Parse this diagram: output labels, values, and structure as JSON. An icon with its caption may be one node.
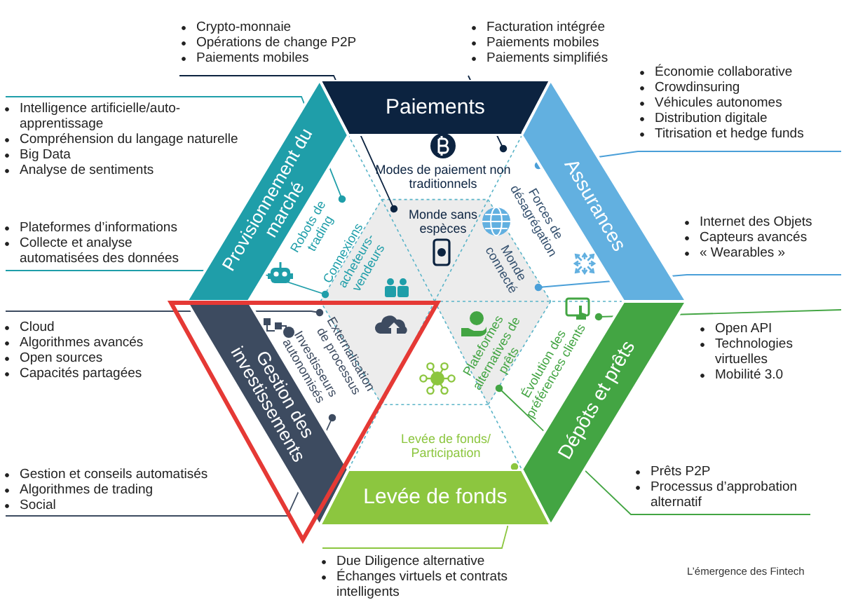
{
  "diagram": {
    "nodes": [
      {
        "text": [
          "Crypto-monnaie",
          "Opérations de change P2P",
          "Paiements mobiles"
        ]
      },
      {
        "text": [
          "Facturation intégrée",
          "Paiements mobiles",
          "Paiements simplifiés"
        ]
      },
      {
        "text": [
          "Intelligence artificielle/auto-apprentissage",
          "Compréhension du langage naturelle",
          "Big Data",
          "Analyse de sentiments"
        ]
      },
      {
        "text": [
          "Économie collaborative",
          "Crowdinsuring",
          "Véhicules autonomes",
          "Distribution digitale",
          "Titrisation et hedge funds"
        ]
      },
      {
        "text": [
          "Paiements"
        ]
      },
      {
        "text": [
          "Provisionnement du marché"
        ]
      },
      {
        "text": [
          "Assurances"
        ]
      },
      {
        "text": [
          "Modes de paiement non traditionnels"
        ]
      },
      {
        "text": [
          "Monde sans espèces"
        ]
      },
      {
        "text": [
          "Robots de trading"
        ]
      },
      {
        "text": [
          "Forces de désagrégation"
        ]
      },
      {
        "text": [
          "Monde connecté"
        ]
      },
      {
        "text": [
          "Plateformes d’informations",
          "Collecte et analyse automatisées des données"
        ]
      },
      {
        "text": [
          "Internet des Objets",
          "Capteurs avancés",
          "« Wearables »"
        ]
      },
      {
        "text": [
          "Connexions acheteurs-vendeurs"
        ]
      },
      {
        "text": [
          "Externalisation de processus"
        ]
      },
      {
        "text": [
          "Plateformes alternatives de prêts"
        ]
      },
      {
        "text": [
          "Évolution des préférences clients"
        ]
      },
      {
        "text": [
          "Open API",
          "Technologies virtuelles",
          "Mobilité 3.0"
        ]
      },
      {
        "text": [
          "Cloud",
          "Algorithmes avancés",
          "Open sources",
          "Capacités partagées"
        ]
      },
      {
        "text": [
          "Gestion des investissements"
        ]
      },
      {
        "text": [
          "Investisseurs autonomisés"
        ]
      },
      {
        "text": [
          "Dépôts et prêts"
        ]
      },
      {
        "text": [
          "Levée de fonds/ Participation"
        ]
      },
      {
        "text": [
          "Gestion et conseils automatisés",
          "Algorithmes de trading",
          "Social"
        ]
      },
      {
        "text": [
          "Prêts P2P",
          "Processus d’approbation alternatif"
        ]
      },
      {
        "text": [
          "Levée de fonds"
        ]
      },
      {
        "text": [
          "Due Diligence alternative",
          "Échanges virtuels et contrats intelligents"
        ]
      }
    ],
    "edges": [
      {
        "from": 0,
        "to": 8,
        "arrow": "other",
        "color": "#0c2340"
      },
      {
        "from": 1,
        "to": 7,
        "arrow": "other",
        "color": "#0c2340"
      },
      {
        "from": 2,
        "to": 9,
        "arrow": "other",
        "color": "#1f9ea9"
      },
      {
        "from": 3,
        "to": 10,
        "arrow": "other",
        "color": "#4a9fd8"
      },
      {
        "from": 12,
        "to": 14,
        "arrow": "other",
        "color": "#1f9ea9"
      },
      {
        "from": 13,
        "to": 11,
        "arrow": "other",
        "color": "#4a9fd8"
      },
      {
        "from": 18,
        "to": 17,
        "arrow": "other",
        "color": "#43a543"
      },
      {
        "from": 19,
        "to": 15,
        "arrow": "other",
        "color": "#3d4b60"
      },
      {
        "from": 24,
        "to": 21,
        "arrow": "other",
        "color": "#3d4b60"
      },
      {
        "from": 25,
        "to": 16,
        "arrow": "other",
        "color": "#43a543"
      },
      {
        "from": 27,
        "to": 23,
        "arrow": "other",
        "color": "#8cc63f"
      }
    ],
    "labels": [
      "L’émergence des Fintech"
    ]
  }
}
